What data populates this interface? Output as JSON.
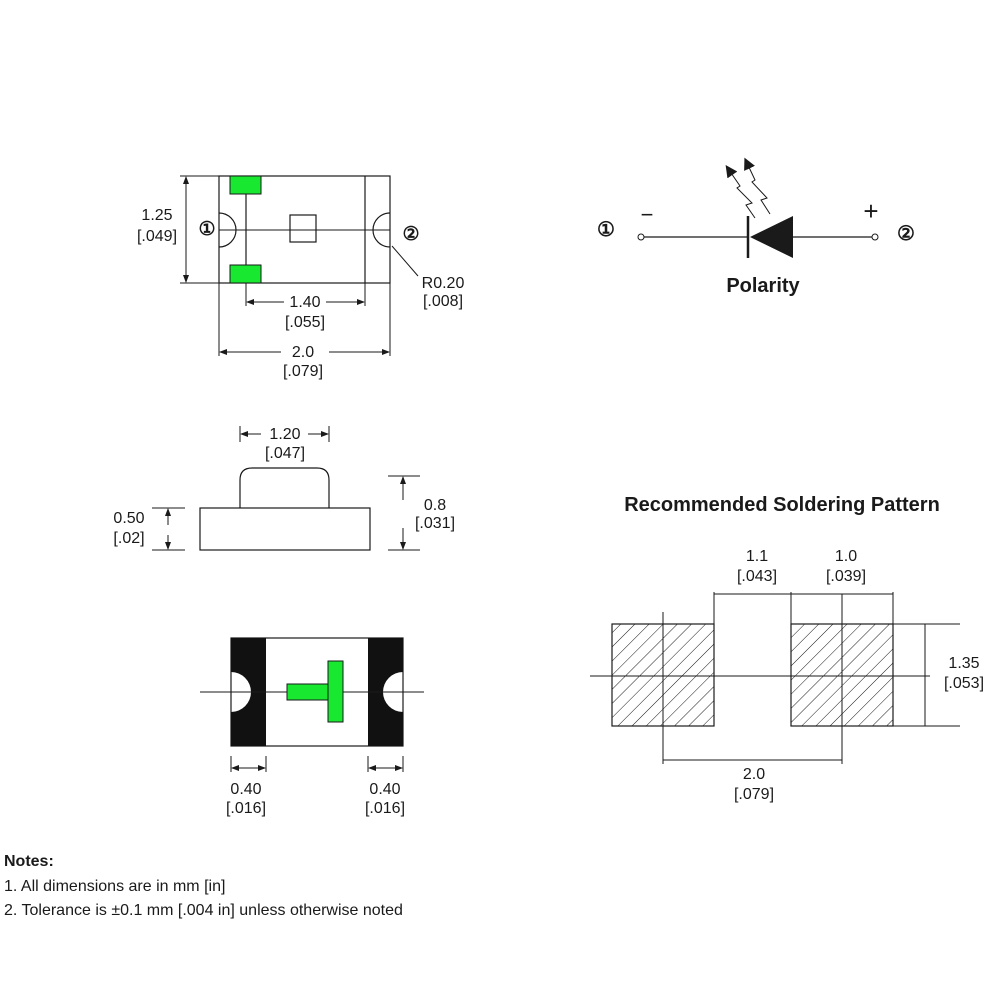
{
  "colors": {
    "accent": "#18e830",
    "ink": "#1a1a1a",
    "pad": "#111111"
  },
  "top_view": {
    "height_mm": "1.25",
    "height_in": "[.049]",
    "pad_span_mm": "1.40",
    "pad_span_in": "[.055]",
    "length_mm": "2.0",
    "length_in": "[.079]",
    "radius_mm": "R0.20",
    "radius_in": "[.008]",
    "pin1": "①",
    "pin2": "②"
  },
  "polarity": {
    "pin1": "①",
    "pin2": "②",
    "minus": "−",
    "plus": "+",
    "label": "Polarity"
  },
  "side_view": {
    "lens_width_mm": "1.20",
    "lens_width_in": "[.047]",
    "base_height_mm": "0.50",
    "base_height_in": "[.02]",
    "total_height_mm": "0.8",
    "total_height_in": "[.031]"
  },
  "bottom_view": {
    "left_pad_mm": "0.40",
    "left_pad_in": "[.016]",
    "right_pad_mm": "0.40",
    "right_pad_in": "[.016]"
  },
  "soldering": {
    "title": "Recommended Soldering Pattern",
    "gap_mm": "1.1",
    "gap_in": "[.043]",
    "pad_width_mm": "1.0",
    "pad_width_in": "[.039]",
    "pad_height_mm": "1.35",
    "pad_height_in": "[.053]",
    "pitch_mm": "2.0",
    "pitch_in": "[.079]"
  },
  "notes": {
    "heading": "Notes:",
    "items": [
      "1. All dimensions are in mm [in]",
      "2. Tolerance is ±0.1 mm [.004 in] unless otherwise noted"
    ]
  }
}
